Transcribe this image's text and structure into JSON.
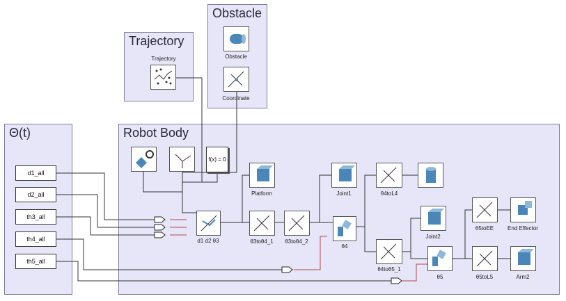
{
  "areas": {
    "theta": "Θ(t)",
    "robot_body": "Robot Body",
    "trajectory": "Trajectory",
    "obstacle": "Obstacle"
  },
  "sources": [
    "d1_all",
    "d2_all",
    "th3_all",
    "th4_all",
    "th5_all"
  ],
  "blocks": {
    "trajectory_block": "Trajectory",
    "obstacle_block": "Obstacle",
    "coordinate_block": "Coordinate",
    "fx_block": "f(x) = 0",
    "platform": "Platform",
    "d1d2b3": "d1 d2 θ3",
    "b3tob4_1": "θ3toθ4_1",
    "b3tob4_2": "θ3toθ4_2",
    "joint1": "Joint1",
    "b4": "θ4",
    "b4tol4": "θ4toL4",
    "b4tob5_1": "θ4toθ5_1",
    "joint2": "Joint2",
    "b5": "θ5",
    "b5toee": "θ5toEE",
    "b5tol5": "θ5toL5",
    "end_effector": "End Effector",
    "arm2": "Arm2"
  },
  "colors": {
    "area_fill": "#e6e6f8",
    "area_border": "#7d7d9c",
    "wire": "#333333",
    "physical_wire": "#b04a4a",
    "block_blue": "#4a87b8"
  },
  "icons": [
    "solver-config-icon",
    "world-frame-icon",
    "rigid-transform-icon",
    "brick-solid-icon",
    "revolute-joint-icon",
    "cylinder-solid-icon",
    "point-cloud-icon",
    "simulink-ps-converter-icon"
  ]
}
